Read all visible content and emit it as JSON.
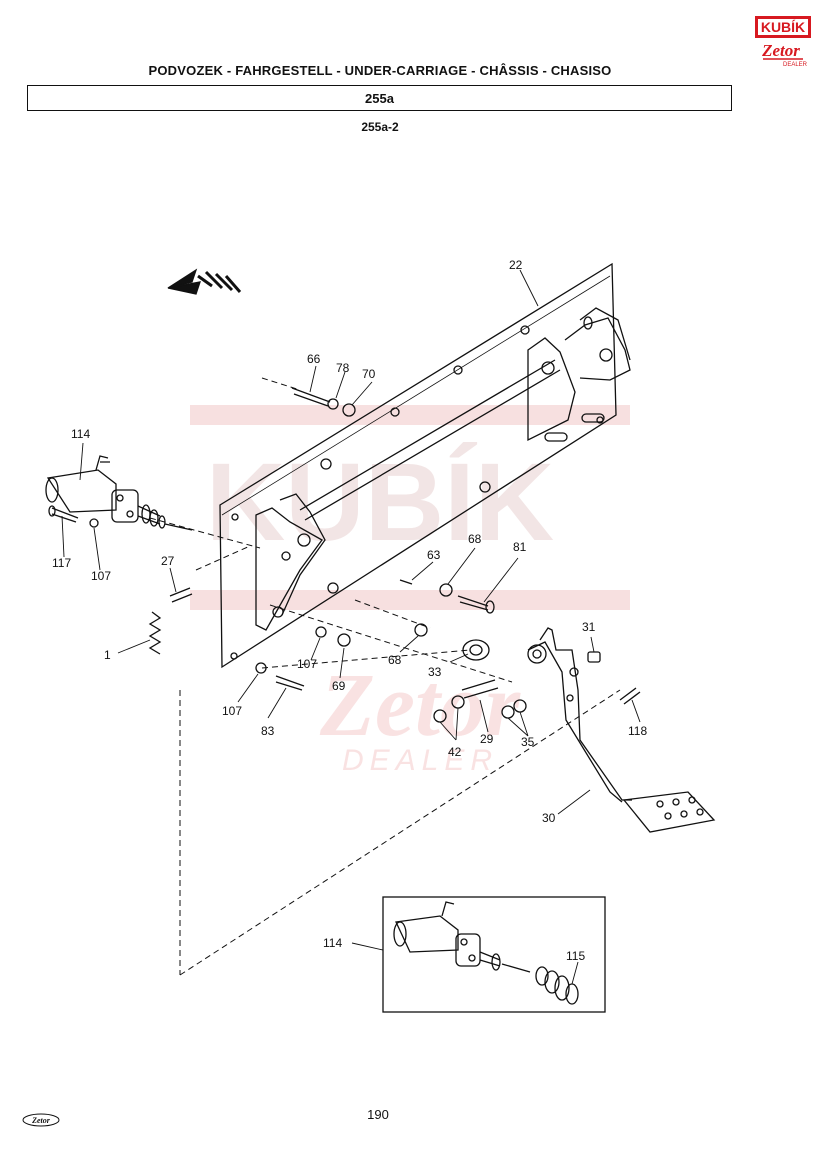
{
  "header": {
    "title": "PODVOZEK - FAHRGESTELL - UNDER-CARRIAGE - CHÂSSIS - CHASISO",
    "section": "255a",
    "subsection": "255a-2"
  },
  "logo": {
    "top_text": "KUBÍK",
    "bottom_text": "Zetor",
    "tag_text": "DEALER",
    "color": "#d71920"
  },
  "watermark": {
    "text": "KUBÍK",
    "brand": "Zetor",
    "tag": "DEALER",
    "color": "#f2c8c8"
  },
  "callouts": [
    "22",
    "66",
    "78",
    "70",
    "114",
    "117",
    "107",
    "27",
    "1",
    "63",
    "68",
    "81",
    "31",
    "107",
    "69",
    "68",
    "33",
    "107",
    "83",
    "42",
    "29",
    "35",
    "118",
    "30",
    "114",
    "115"
  ],
  "page_number": "190",
  "footer": {
    "brand": "Zetor"
  },
  "colors": {
    "ink": "#111111",
    "brand_red": "#d71920"
  }
}
